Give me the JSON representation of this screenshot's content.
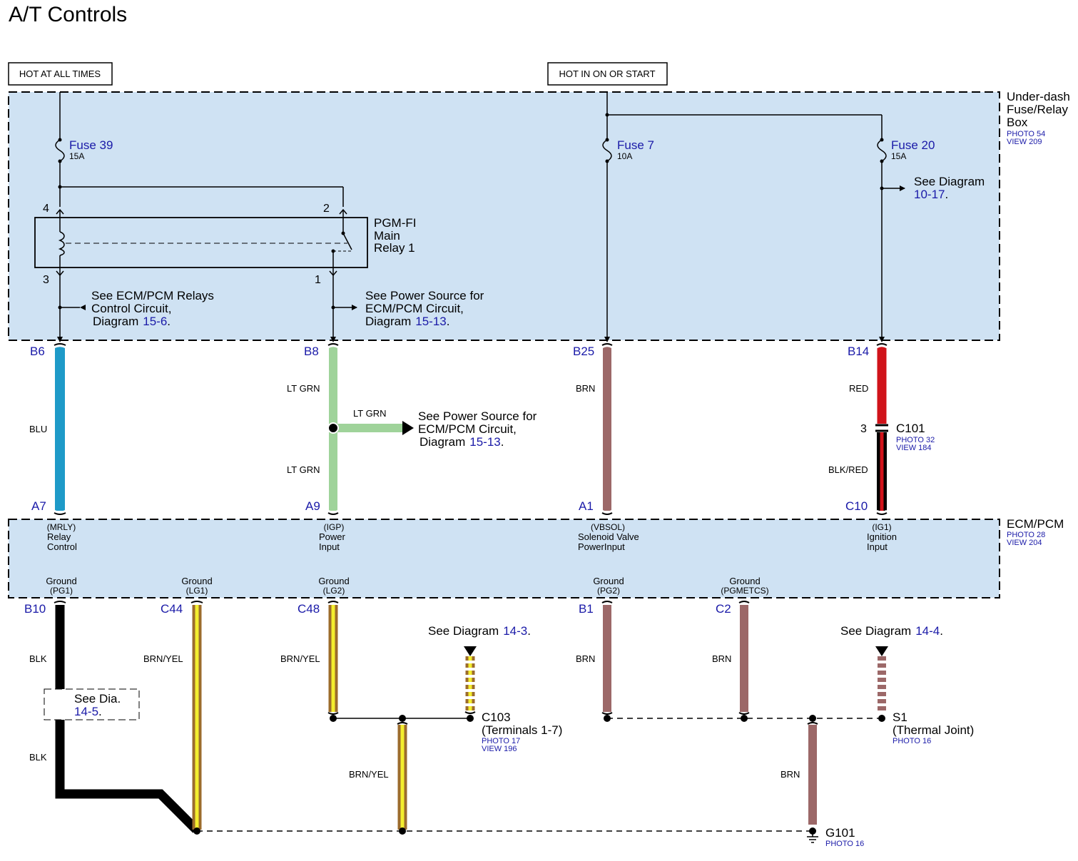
{
  "title": "A/T Controls",
  "hot_labels": {
    "always": "HOT AT ALL TIMES",
    "on_start": "HOT IN ON OR START"
  },
  "fuse_box": {
    "name_1": "Under-dash",
    "name_2": "Fuse/Relay",
    "name_3": "Box",
    "photo": "PHOTO 54",
    "view": "VIEW 209"
  },
  "fuses": [
    {
      "name": "Fuse 39",
      "rating": "15A"
    },
    {
      "name": "Fuse 7",
      "rating": "10A"
    },
    {
      "name": "Fuse 20",
      "rating": "15A"
    }
  ],
  "relay": {
    "name_1": "PGM-FI",
    "name_2": "Main",
    "name_3": "Relay 1",
    "pin_4": "4",
    "pin_2": "2",
    "pin_3": "3",
    "pin_1": "1"
  },
  "refs": {
    "relays_1": "See ECM/PCM Relays",
    "relays_2": "Control Circuit,",
    "relays_3": "Diagram",
    "relays_num": "15-6",
    "power_1": "See Power Source for",
    "power_2": "ECM/PCM Circuit,",
    "power_3": "Diagram",
    "power_num": "15-13",
    "fuse20_1": "See Diagram",
    "fuse20_num": "10-17",
    "mid_1": "See Power Source for",
    "mid_2": "ECM/PCM Circuit,",
    "mid_3": "Diagram",
    "mid_num": "15-13",
    "d143": "See Diagram",
    "d143_num": "14-3",
    "d144": "See Diagram",
    "d144_num": "14-4",
    "d145_1": "See Dia.",
    "d145_num": "14-5"
  },
  "dot": ".",
  "upper_pins": {
    "b6": "B6",
    "b8": "B8",
    "b25": "B25",
    "b14": "B14",
    "a7": "A7",
    "a9": "A9",
    "a1": "A1",
    "c10": "C10"
  },
  "upper_wires": {
    "blu": "BLU",
    "ltgrn_1": "LT GRN",
    "ltgrn_2": "LT GRN",
    "ltgrn_3": "LT GRN",
    "brn": "BRN",
    "red": "RED",
    "blkred": "BLK/RED"
  },
  "c101": {
    "name": "C101",
    "pin": "3",
    "photo": "PHOTO 32",
    "view": "VIEW 184"
  },
  "ecm": {
    "name": "ECM/PCM",
    "photo": "PHOTO 28",
    "view": "VIEW 204"
  },
  "ecm_inputs": [
    {
      "code": "(MRLY)",
      "l1": "Relay",
      "l2": "Control"
    },
    {
      "code": "(IGP)",
      "l1": "Power",
      "l2": "Input"
    },
    {
      "code": "(VBSOL)",
      "l1": "Solenoid Valve",
      "l2": "PowerInput"
    },
    {
      "code": "(IG1)",
      "l1": "Ignition",
      "l2": "Input"
    }
  ],
  "ecm_grounds": [
    {
      "label": "Ground",
      "code": "(PG1)",
      "pin": "B10"
    },
    {
      "label": "Ground",
      "code": "(LG1)",
      "pin": "C44"
    },
    {
      "label": "Ground",
      "code": "(LG2)",
      "pin": "C48"
    },
    {
      "label": "Ground",
      "code": "(PG2)",
      "pin": "B1"
    },
    {
      "label": "Ground",
      "code": "(PGMETCS)",
      "pin": "C2"
    }
  ],
  "lower_wires": {
    "blk_1": "BLK",
    "blk_2": "BLK",
    "brnyel_1": "BRN/YEL",
    "brnyel_2": "BRN/YEL",
    "brnyel_3": "BRN/YEL",
    "brn_1": "BRN",
    "brn_2": "BRN",
    "brn_3": "BRN"
  },
  "c103": {
    "name": "C103",
    "sub": "(Terminals 1-7)",
    "photo": "PHOTO 17",
    "view": "VIEW 196"
  },
  "s1": {
    "name": "S1",
    "sub": "(Thermal Joint)",
    "photo": "PHOTO 16"
  },
  "g101": {
    "name": "G101",
    "photo": "PHOTO 16"
  },
  "colors": {
    "box_fill": "#cfe2f3",
    "blu": "#1e9ac8",
    "ltgrn": "#9fd39a",
    "brn": "#9c6868",
    "red": "#d0131a",
    "yellow": "#f4ee2e",
    "brnyel_edge": "#9c6c2c",
    "ref_blue": "#1a1aa8"
  }
}
